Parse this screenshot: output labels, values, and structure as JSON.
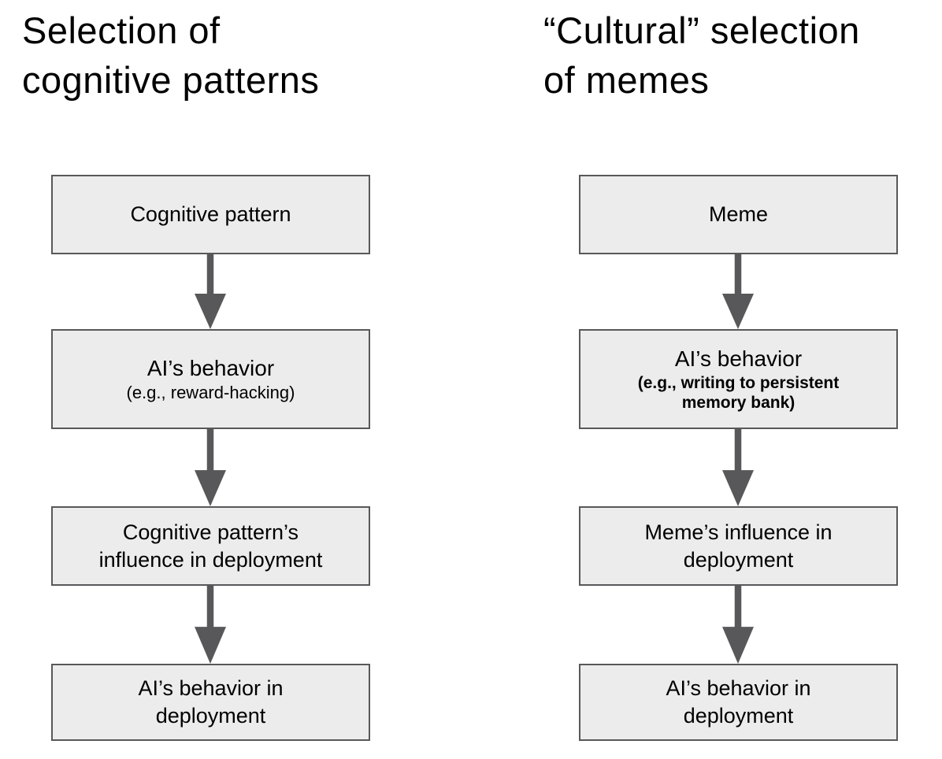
{
  "colors": {
    "background": "#ffffff",
    "box_fill": "#ececec",
    "box_border": "#58585a",
    "arrow": "#58585a",
    "text": "#000000"
  },
  "columns": [
    {
      "title": "Selection of\ncognitive patterns",
      "boxes": [
        {
          "main": "Cognitive pattern"
        },
        {
          "main": "AI’s behavior",
          "sub": "(e.g., reward-hacking)"
        },
        {
          "main": "Cognitive pattern’s\ninfluence in deployment"
        },
        {
          "main": "AI’s behavior in\ndeployment"
        }
      ]
    },
    {
      "title": "“Cultural” selection\nof memes",
      "boxes": [
        {
          "main": "Meme"
        },
        {
          "main": "AI’s behavior",
          "sub": "(e.g., writing to persistent\nmemory bank)"
        },
        {
          "main": "Meme’s influence in\ndeployment"
        },
        {
          "main": "AI’s behavior in\ndeployment"
        }
      ]
    }
  ]
}
